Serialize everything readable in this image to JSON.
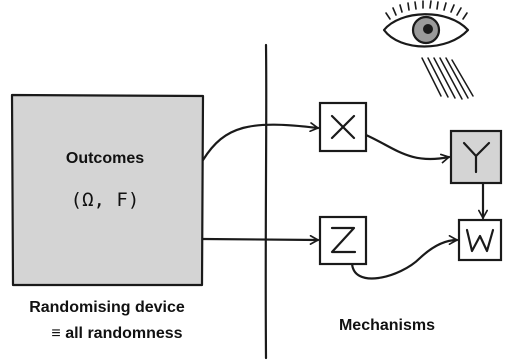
{
  "outcomes_box": {
    "title": "Outcomes",
    "notation": "(Ω, F)",
    "fill": "#d4d4d4"
  },
  "caption_left": {
    "line1": "Randomising device",
    "line2": "≡ all randomness"
  },
  "caption_right": "Mechanisms",
  "nodes": {
    "x": {
      "label": "X",
      "fill": "#ffffff"
    },
    "y": {
      "label": "Y",
      "fill": "#d4d4d4"
    },
    "z": {
      "label": "Z",
      "fill": "#ffffff"
    },
    "w": {
      "label": "W",
      "fill": "#ffffff"
    }
  },
  "observer_icon": "eye-icon",
  "colors": {
    "ink": "#1a1a1a",
    "observed_fill": "#d4d4d4",
    "iris": "#9a9a9a"
  }
}
